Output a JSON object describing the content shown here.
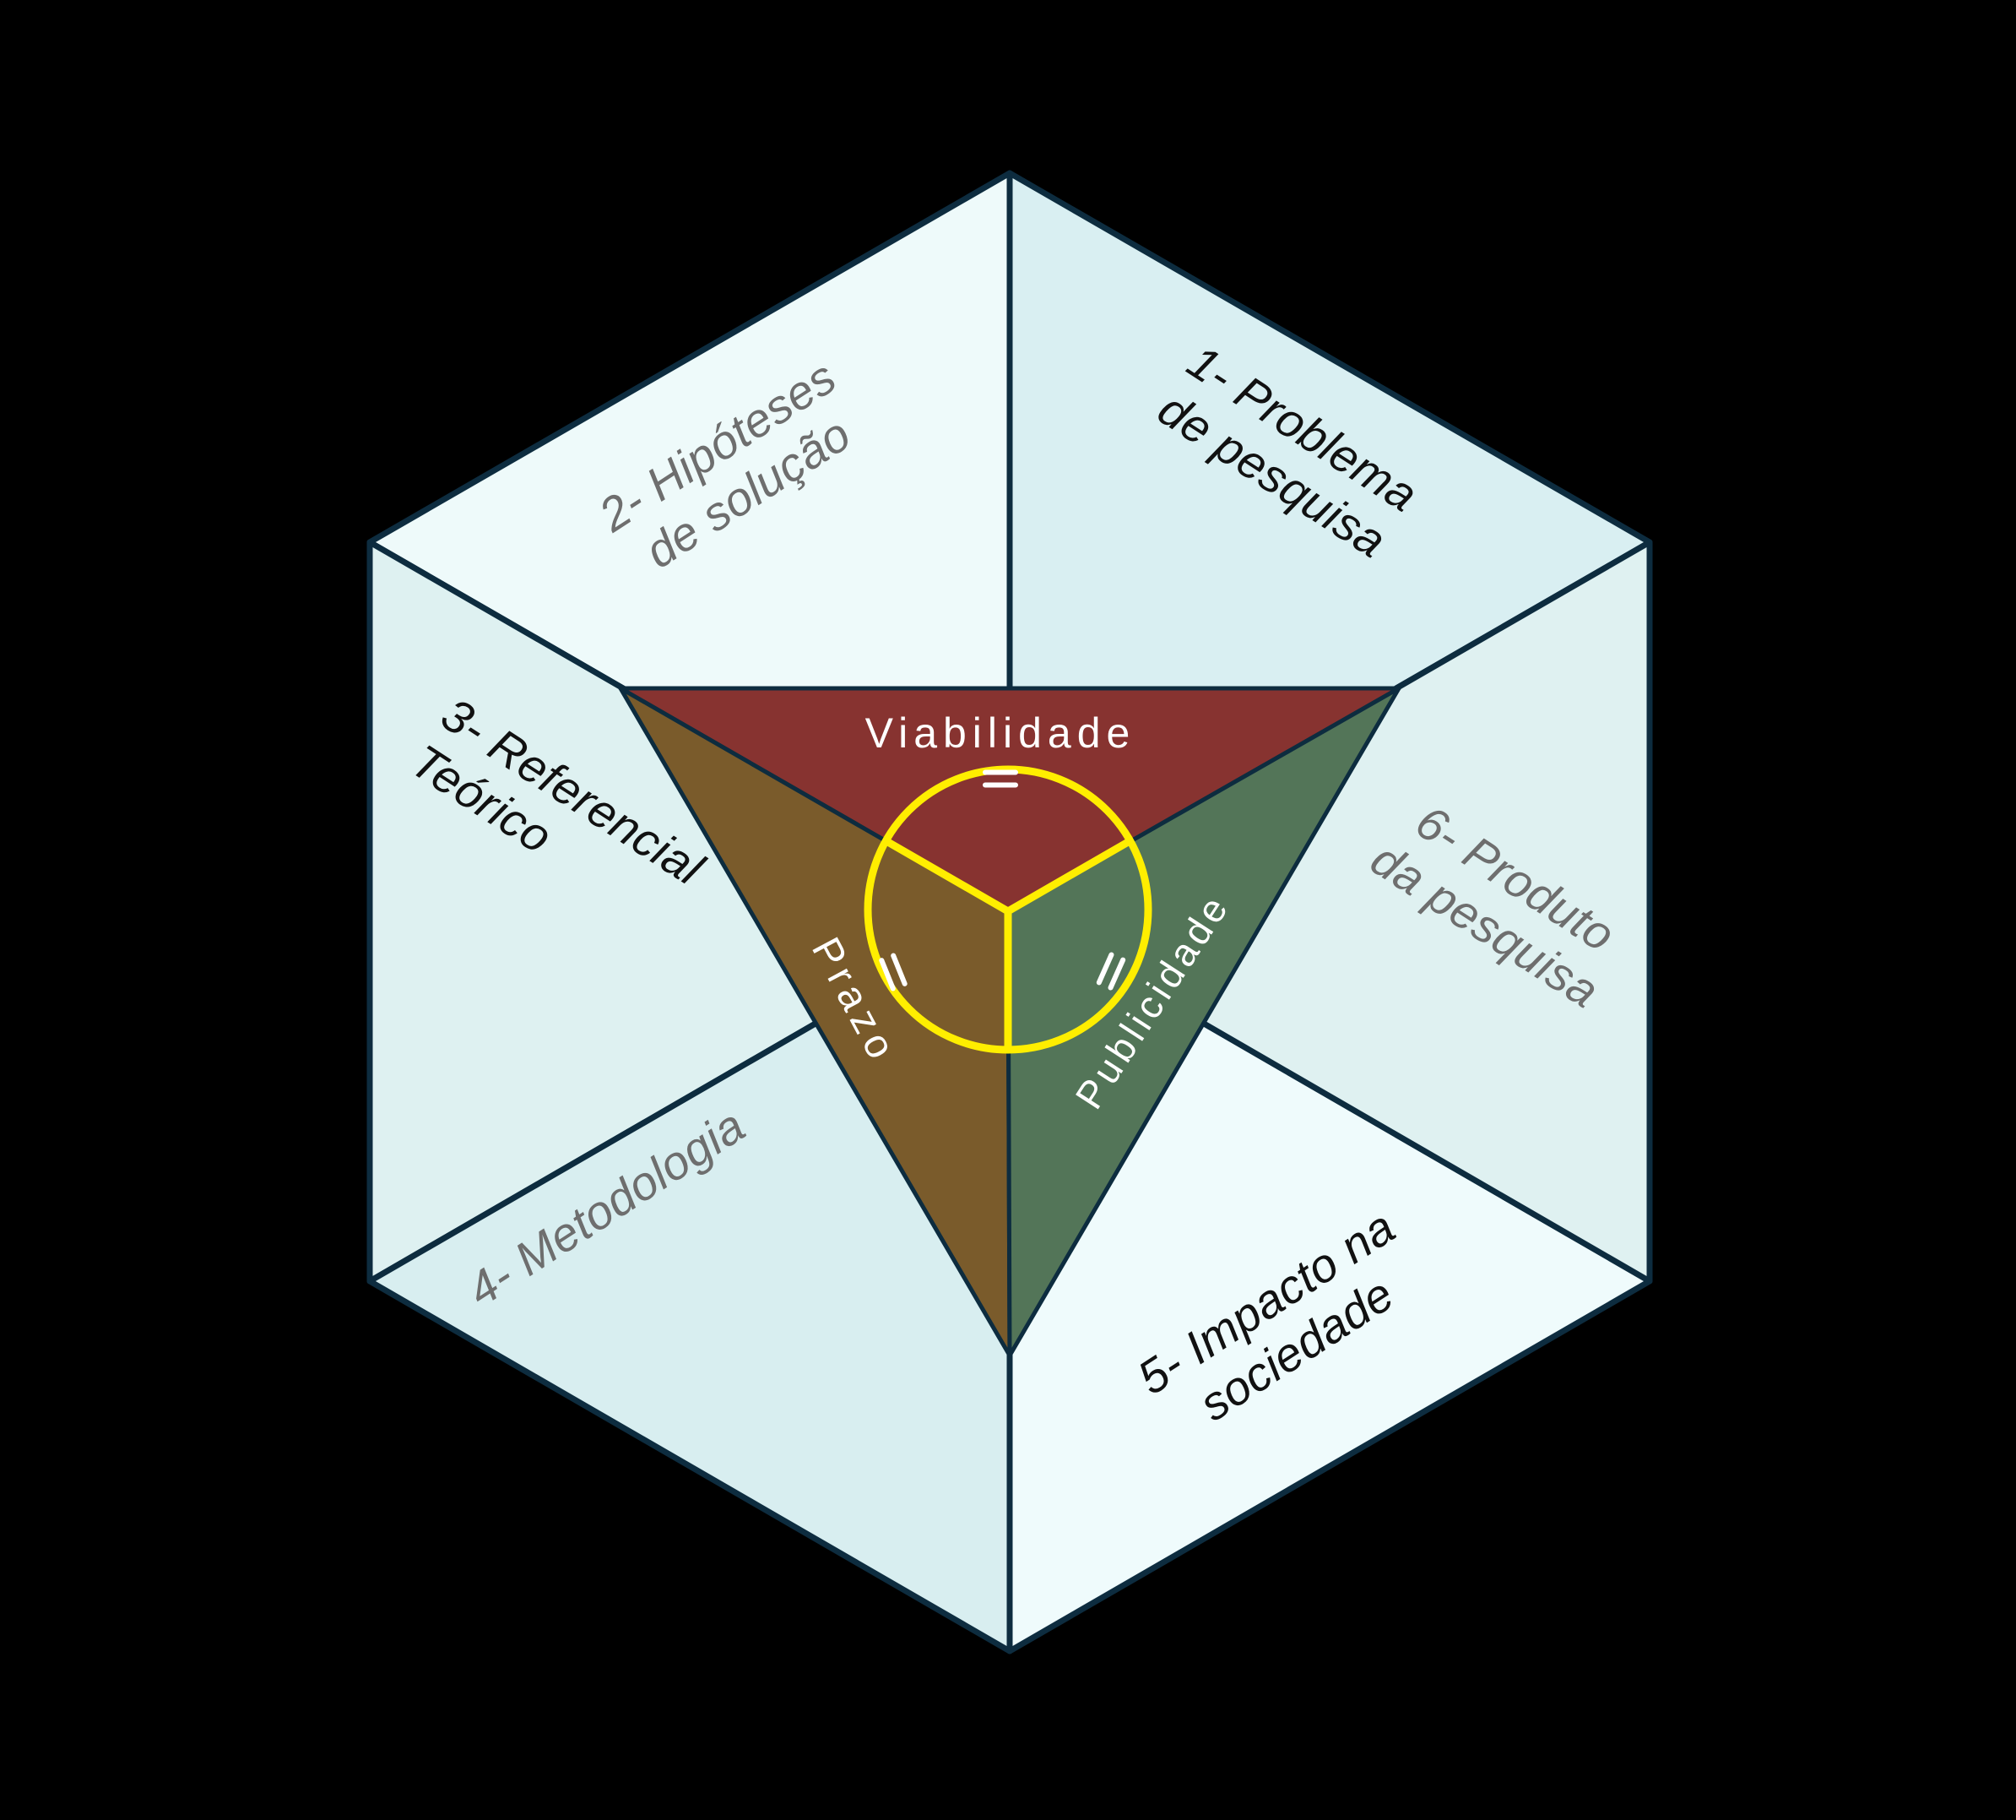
{
  "title": "Hexagonal research-project diagram",
  "colors": {
    "background": "#000000",
    "line": "#0d2c3f",
    "yellow": "#ffee00",
    "label_dark": "#111111",
    "label_gray": "#6e6e6e",
    "inner_label": "#ffffff",
    "face_problema": "#d9eff2",
    "face_hipoteses": "#eefafa",
    "face_referencial": "#def1f1",
    "face_metodologia": "#d8eef0",
    "face_impacto": "#effbfc",
    "face_produto": "#dff1f1",
    "viabilidade": "#873330",
    "prazo": "#7a5b2b",
    "publicidade": "#537558"
  },
  "hexagon": {
    "sections": [
      {
        "name": "problema",
        "lines": [
          "1- Problema",
          "de pesquisa"
        ]
      },
      {
        "name": "hipoteses",
        "lines": [
          "2- Hipóteses",
          "de solução"
        ]
      },
      {
        "name": "referencial",
        "lines": [
          "3- Referencial",
          "Teórico"
        ]
      },
      {
        "name": "metodologia",
        "lines": [
          "4- Metodologia"
        ]
      },
      {
        "name": "impacto",
        "lines": [
          "5- Impacto na",
          "sociedade"
        ]
      },
      {
        "name": "produto",
        "lines": [
          "6- Produto",
          "da pesquisa"
        ]
      }
    ]
  },
  "inner_triangle": {
    "faces": [
      {
        "name": "viabilidade",
        "label": "Viabilidade"
      },
      {
        "name": "prazo",
        "label": "Prazo"
      },
      {
        "name": "publicidade",
        "label": "Publicidade"
      }
    ],
    "equals_symbol": "="
  }
}
